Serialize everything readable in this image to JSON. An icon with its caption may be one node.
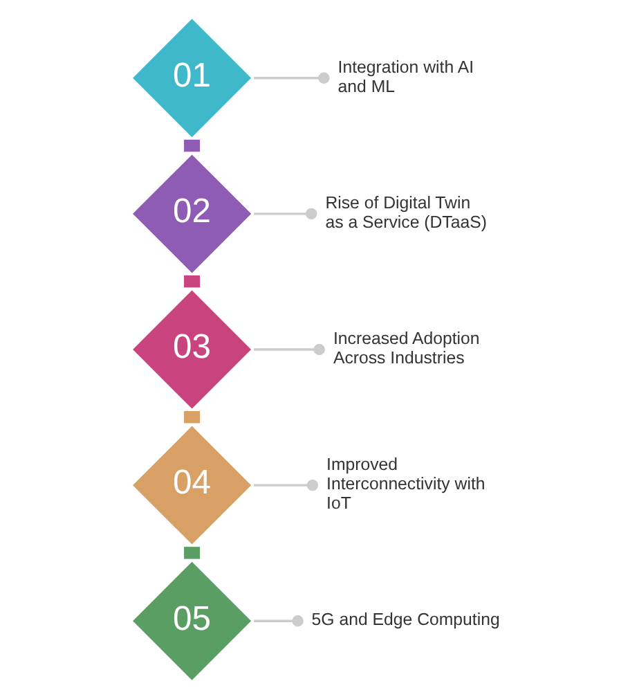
{
  "diagram": {
    "nodes": [
      {
        "text": [
          "01"
        ]
      },
      {
        "text": [
          "Integration with AI and ML"
        ]
      },
      {
        "text": [
          "02"
        ]
      },
      {
        "text": [
          "Rise of Digital Twin as a Service (DTaaS)"
        ]
      },
      {
        "text": [
          "03"
        ]
      },
      {
        "text": [
          "Increased Adoption Across Industries"
        ]
      },
      {
        "text": [
          "04"
        ]
      },
      {
        "text": [
          "Improved Interconnectivity with IoT"
        ]
      },
      {
        "text": [
          "05"
        ]
      },
      {
        "text": [
          "5G and Edge Computing"
        ]
      }
    ],
    "edges": [
      {
        "from": 0,
        "to": 2,
        "arrow": "none",
        "style": "thick",
        "color": "#8e5bb5"
      },
      {
        "from": 2,
        "to": 4,
        "arrow": "none",
        "style": "thick",
        "color": "#c9437e"
      },
      {
        "from": 4,
        "to": 6,
        "arrow": "none",
        "style": "thick",
        "color": "#d9a066"
      },
      {
        "from": 6,
        "to": 8,
        "arrow": "none",
        "style": "thick",
        "color": "#5b9e63"
      },
      {
        "from": 0,
        "to": 1,
        "arrow": "other"
      },
      {
        "from": 2,
        "to": 3,
        "arrow": "other"
      },
      {
        "from": 4,
        "to": 5,
        "arrow": "other"
      },
      {
        "from": 6,
        "to": 7,
        "arrow": "other"
      },
      {
        "from": 8,
        "to": 9,
        "arrow": "other"
      }
    ]
  }
}
